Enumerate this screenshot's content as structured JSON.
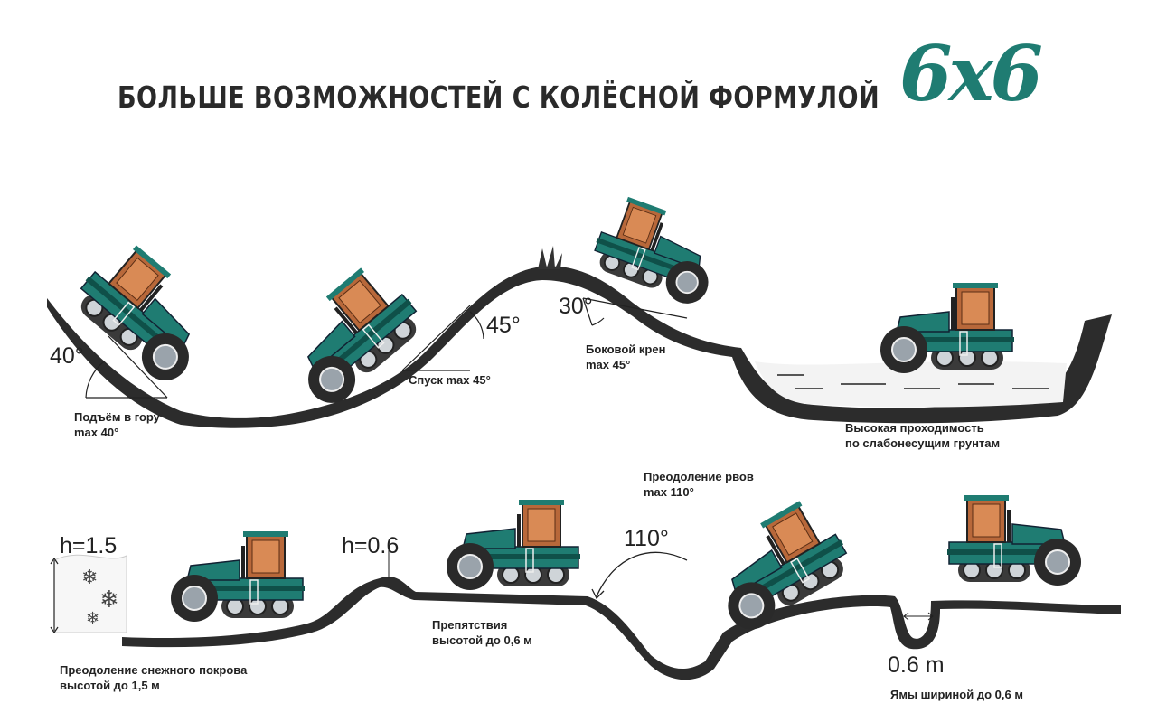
{
  "header": {
    "title": "БОЛЬШЕ ВОЗМОЖНОСТЕЙ С КОЛЁСНОЙ ФОРМУЛОЙ",
    "brand": "6x6"
  },
  "top_row": {
    "climb": {
      "angle": "40°",
      "caption_line1": "Подъём в гору",
      "caption_line2": "max 40°"
    },
    "descent": {
      "angle": "45°",
      "caption": "Спуск max 45°"
    },
    "side_tilt": {
      "angle": "30°",
      "caption_line1": "Боковой крен",
      "caption_line2": "max 45°"
    },
    "soft_ground": {
      "caption_line1": "Высокая проходимость",
      "caption_line2": "по слабонесущим грунтам"
    }
  },
  "bottom_row": {
    "snow": {
      "height": "h=1.5",
      "caption_line1": "Преодоление снежного покрова",
      "caption_line2": "высотой до 1,5 м"
    },
    "obstacle": {
      "height": "h=0.6",
      "caption_line1": "Препятствия",
      "caption_line2": "высотой до 0,6 м"
    },
    "ditch": {
      "angle": "110°",
      "caption_line1": "Преодоление рвов",
      "caption_line2": "max 110°"
    },
    "pit": {
      "width": "0.6 m",
      "caption": "Ямы шириной до 0,6 м"
    }
  },
  "colors": {
    "body": "#1f7c72",
    "cab": "#b8683a",
    "ground": "#2c2c2c",
    "wheel": "#9aa3ab",
    "track": "#3a3a3a"
  }
}
